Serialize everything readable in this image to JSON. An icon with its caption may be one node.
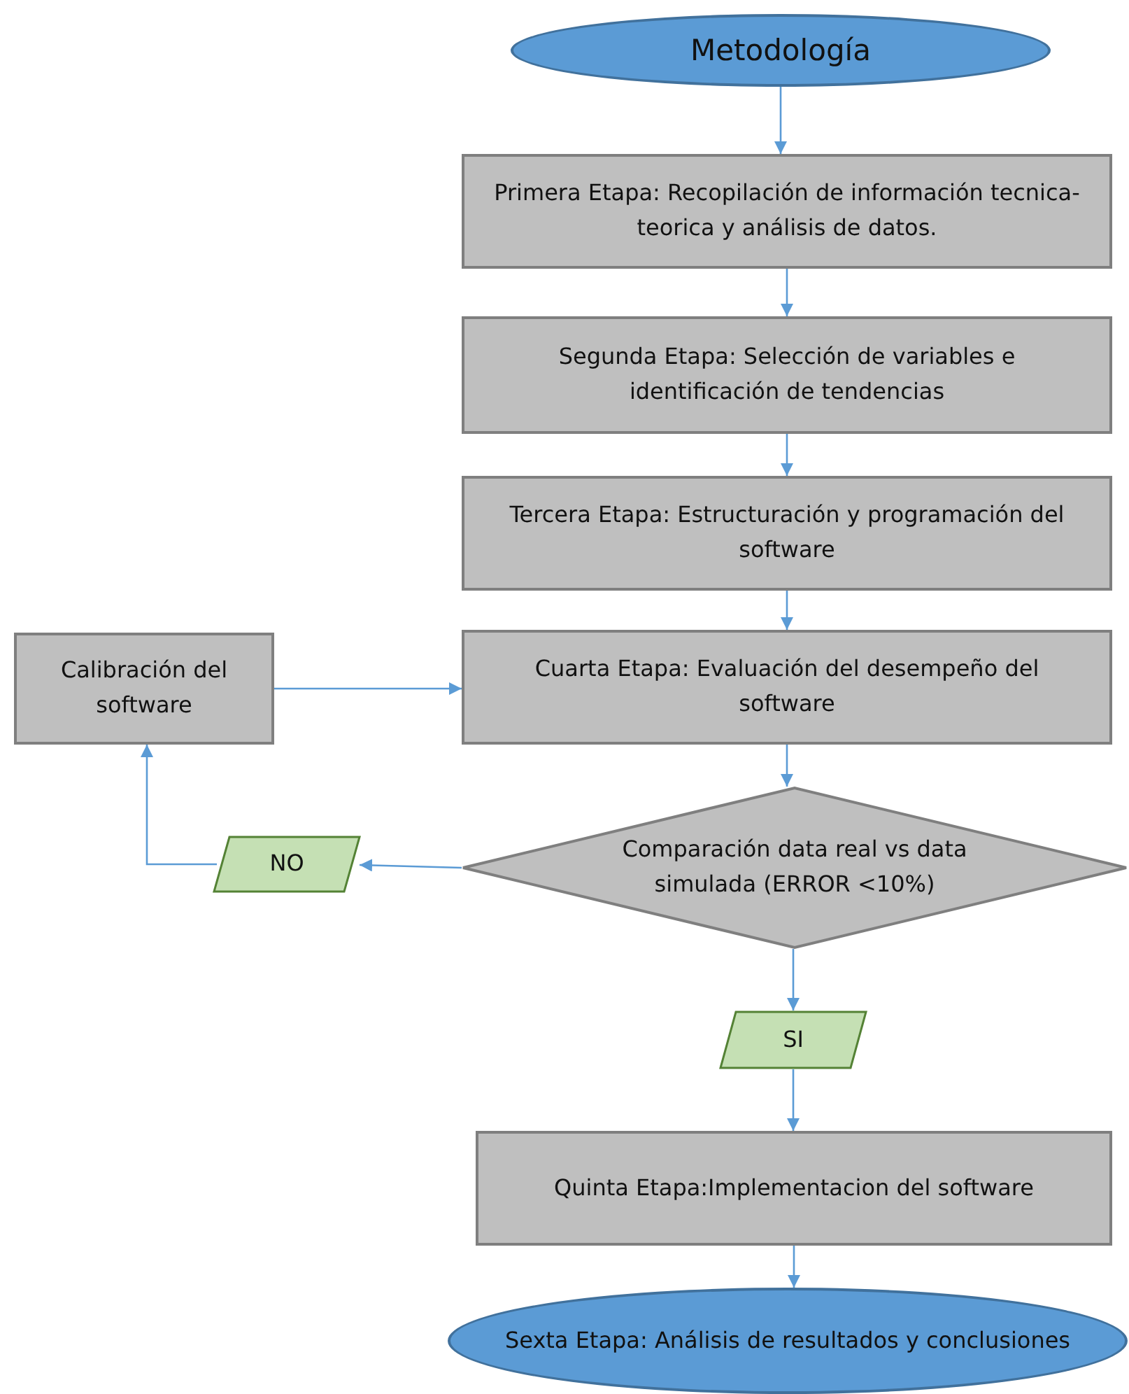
{
  "diagram": {
    "nodes": [
      {
        "text": [
          "Metodología"
        ]
      },
      {
        "text": [
          "Primera Etapa: Recopilación de información tecnica-teorica y análisis de datos."
        ]
      },
      {
        "text": [
          "Segunda Etapa: Selección de variables e identificación de tendencias"
        ]
      },
      {
        "text": [
          "Tercera Etapa: Estructuración y programación del software"
        ]
      },
      {
        "text": [
          "Cuarta Etapa:  Evaluación del desempeño del software"
        ]
      },
      {
        "text": [
          "Calibración del software"
        ]
      },
      {
        "text": [
          "Comparación data real vs data simulada (ERROR <10%)"
        ]
      },
      {
        "text": [
          "NO"
        ]
      },
      {
        "text": [
          "SI"
        ]
      },
      {
        "text": [
          "Quinta Etapa:Implementacion del software"
        ]
      },
      {
        "text": [
          "Sexta Etapa: Análisis de resultados y conclusiones"
        ]
      }
    ],
    "edges": [
      {
        "from": 0,
        "to": 1,
        "arrow": "to"
      },
      {
        "from": 1,
        "to": 2,
        "arrow": "to"
      },
      {
        "from": 2,
        "to": 3,
        "arrow": "to"
      },
      {
        "from": 3,
        "to": 4,
        "arrow": "to"
      },
      {
        "from": 4,
        "to": 6,
        "arrow": "to"
      },
      {
        "from": 6,
        "to": 7,
        "arrow": "to"
      },
      {
        "from": 7,
        "to": 5,
        "arrow": "to"
      },
      {
        "from": 5,
        "to": 4,
        "arrow": "to"
      },
      {
        "from": 6,
        "to": 8,
        "arrow": "to"
      },
      {
        "from": 8,
        "to": 9,
        "arrow": "to"
      },
      {
        "from": 9,
        "to": 10,
        "arrow": "to"
      }
    ]
  }
}
